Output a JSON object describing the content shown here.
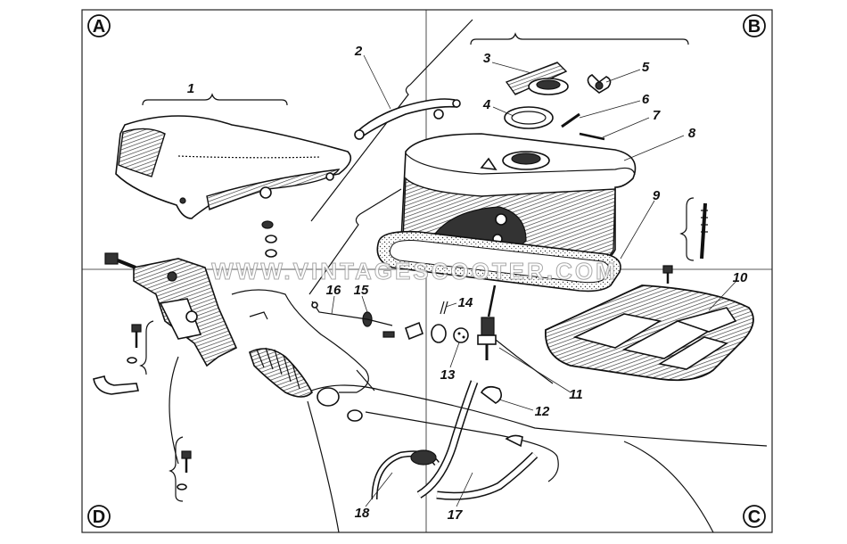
{
  "corners": {
    "a": "A",
    "b": "B",
    "c": "C",
    "d": "D"
  },
  "watermark": "WWW.VINTAGESCOOTER.COM",
  "parts": [
    {
      "num": "1"
    },
    {
      "num": "2"
    },
    {
      "num": "3"
    },
    {
      "num": "4"
    },
    {
      "num": "5"
    },
    {
      "num": "6"
    },
    {
      "num": "7"
    },
    {
      "num": "8"
    },
    {
      "num": "9"
    },
    {
      "num": "10"
    },
    {
      "num": "11"
    },
    {
      "num": "12"
    },
    {
      "num": "13"
    },
    {
      "num": "14"
    },
    {
      "num": "15"
    },
    {
      "num": "16"
    },
    {
      "num": "17"
    },
    {
      "num": "18"
    }
  ]
}
